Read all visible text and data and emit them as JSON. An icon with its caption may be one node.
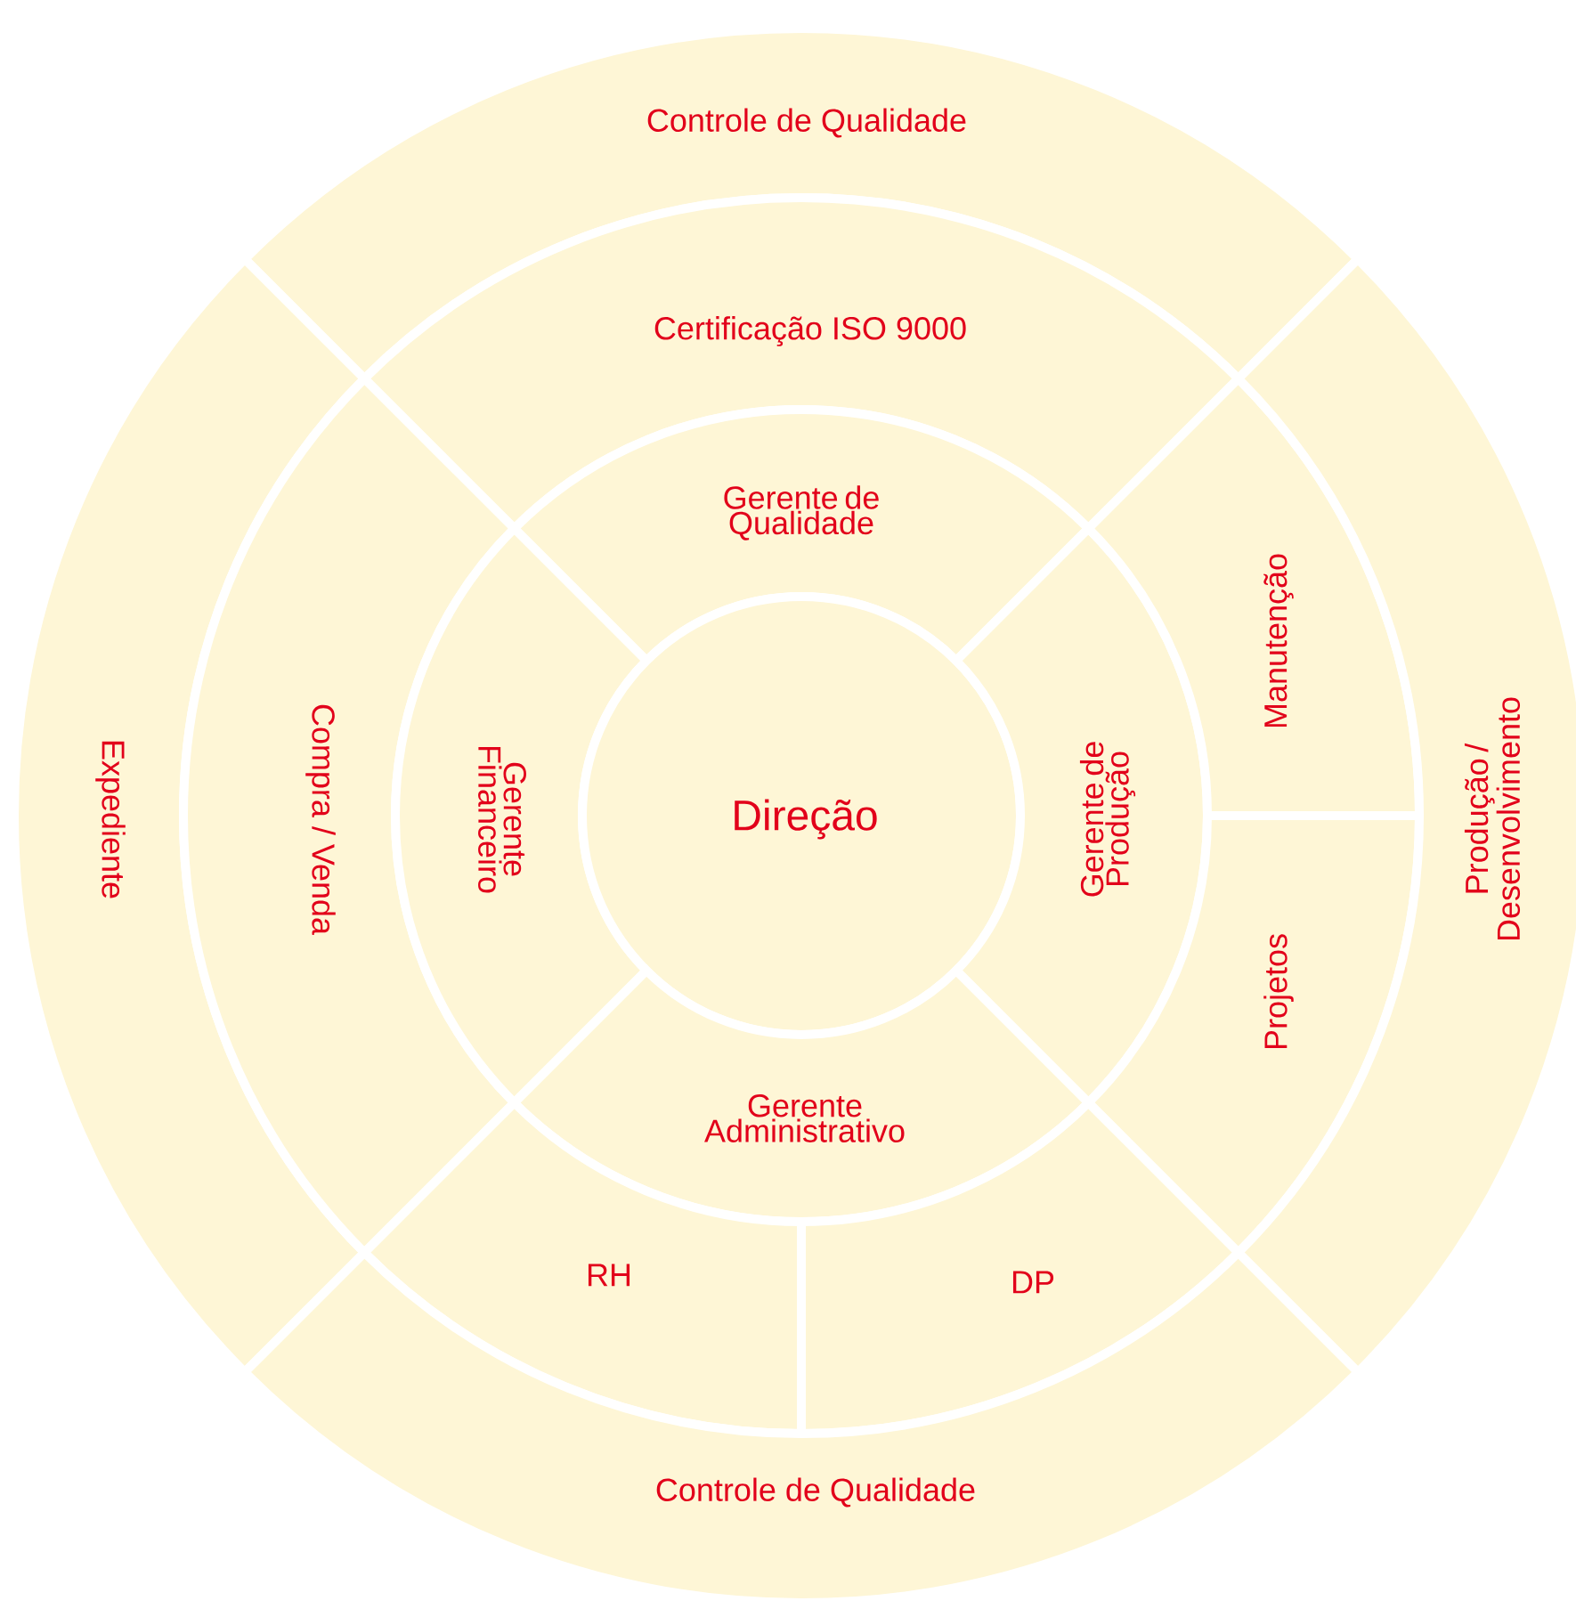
{
  "diagram": {
    "nodes": [
      {
        "text": [
          "Controle de Qualidade"
        ]
      },
      {
        "text": [
          "Certificação ISO 9000"
        ]
      },
      {
        "text": [
          "Gerente de Qualidade"
        ]
      },
      {
        "text": [
          "Expediente"
        ]
      },
      {
        "text": [
          "Compra / Venda"
        ]
      },
      {
        "text": [
          "Gerente Financeiro"
        ]
      },
      {
        "text": [
          "Direção"
        ]
      },
      {
        "text": [
          "Gerente de Produção"
        ]
      },
      {
        "text": [
          "Manutenção"
        ]
      },
      {
        "text": [
          "Projetos"
        ]
      },
      {
        "text": [
          "Produção / Desenvolvimento"
        ]
      },
      {
        "text": [
          "Gerente Administrativo"
        ]
      },
      {
        "text": [
          "RH"
        ]
      },
      {
        "text": [
          "DP"
        ]
      },
      {
        "text": [
          "Controle de Qualidade"
        ]
      }
    ]
  }
}
